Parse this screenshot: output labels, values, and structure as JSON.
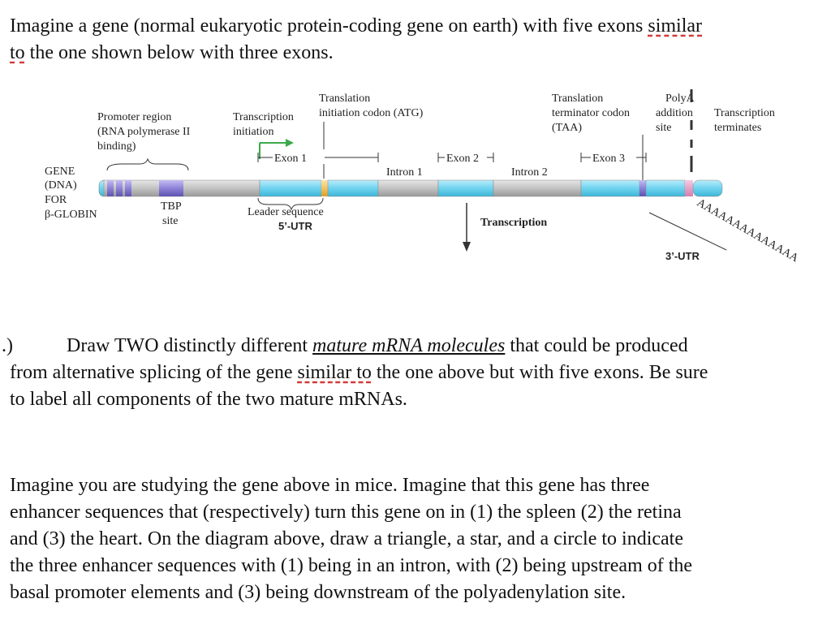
{
  "intro": {
    "line1_start": "Imagine a gene (normal eukaryotic protein-coding gene on earth) with five exons ",
    "line1_similar": "similar",
    "line2_to": "to",
    "line2_rest": " the one shown below with three exons."
  },
  "diagram": {
    "gene_label": [
      "GENE",
      "(DNA)",
      "FOR",
      "β-GLOBIN"
    ],
    "promoter_region": [
      "Promoter region",
      "(RNA polymerase II",
      "binding)"
    ],
    "tbp_site": [
      "TBP",
      "site"
    ],
    "transcription_initiation": [
      "Transcription",
      "initiation"
    ],
    "translation_initiation": [
      "Translation",
      "initiation codon (ATG)"
    ],
    "translation_terminator": [
      "Translation",
      "terminator codon",
      "(TAA)"
    ],
    "polya_site": [
      "PolyA",
      "addition",
      "site"
    ],
    "transcription_terminates": [
      "Transcription",
      "terminates"
    ],
    "exon1": "Exon 1",
    "exon2": "Exon 2",
    "exon3": "Exon 3",
    "intron1": "Intron 1",
    "intron2": "Intron 2",
    "leader_sequence": "Leader sequence",
    "utr5": "5’-UTR",
    "utr3": "3’-UTR",
    "transcription": "Transcription",
    "polya_tail": "AAAAAAAAAAAAAA",
    "colors": {
      "exon": "#86dbf2",
      "intron": "#c9c9c9",
      "promoter": "#9b92de",
      "utr": "#f3c76a",
      "arrow": "#3ba84a"
    }
  },
  "question_a": {
    "marker": ".)",
    "line1_start": "Draw TWO distinctly different ",
    "line1_underlined": "mature mRNA molecules",
    "line1_end": " that could be produced",
    "line2_start": "from alternative splicing of the gene ",
    "line2_similar_to": "similar to",
    "line2_end": " the one above but with five exons. Be sure",
    "line3": "to label all components of the two mature mRNAs."
  },
  "question_b": {
    "line1": "Imagine you are studying the gene above in mice. Imagine that this gene has three",
    "line2": "enhancer sequences that (respectively) turn this gene on in (1) the spleen (2) the retina",
    "line3": "and (3) the heart. On the diagram above, draw a triangle, a star, and a circle to indicate",
    "line4": "the three enhancer sequences with (1) being in an intron, with (2) being upstream of the",
    "line5": "basal promoter elements and (3) being downstream of the polyadenylation site."
  }
}
